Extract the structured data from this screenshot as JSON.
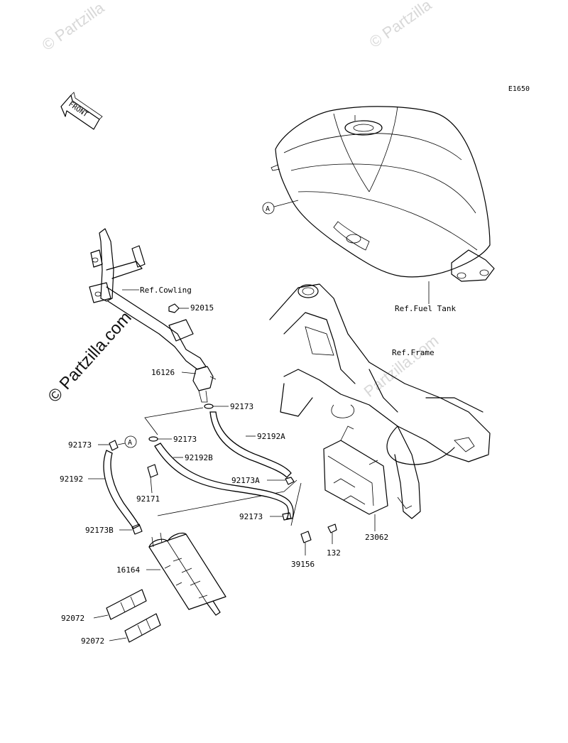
{
  "diagram_code": "E1650",
  "watermarks": {
    "top_left": "© Partzilla",
    "top_right": "© Partzilla",
    "side": "© Partzilla.com",
    "frame_overlay": "Partzilla.com"
  },
  "front_marker": "FRONT",
  "callout_letter": "A",
  "references": {
    "cowling": "Ref.Cowling",
    "fuel_tank": "Ref.Fuel Tank",
    "frame": "Ref.Frame"
  },
  "parts": {
    "p92015": "92015",
    "p16126": "16126",
    "p92173_a": "92173",
    "p92173_b": "92173",
    "p92173_c": "92173",
    "p92173_d": "92173",
    "p92192A": "92192A",
    "p92192B": "92192B",
    "p92192": "92192",
    "p92171": "92171",
    "p92173A": "92173A",
    "p92173B": "92173B",
    "p16164": "16164",
    "p92072_a": "92072",
    "p92072_b": "92072",
    "p39156": "39156",
    "p132": "132",
    "p23062": "23062"
  }
}
